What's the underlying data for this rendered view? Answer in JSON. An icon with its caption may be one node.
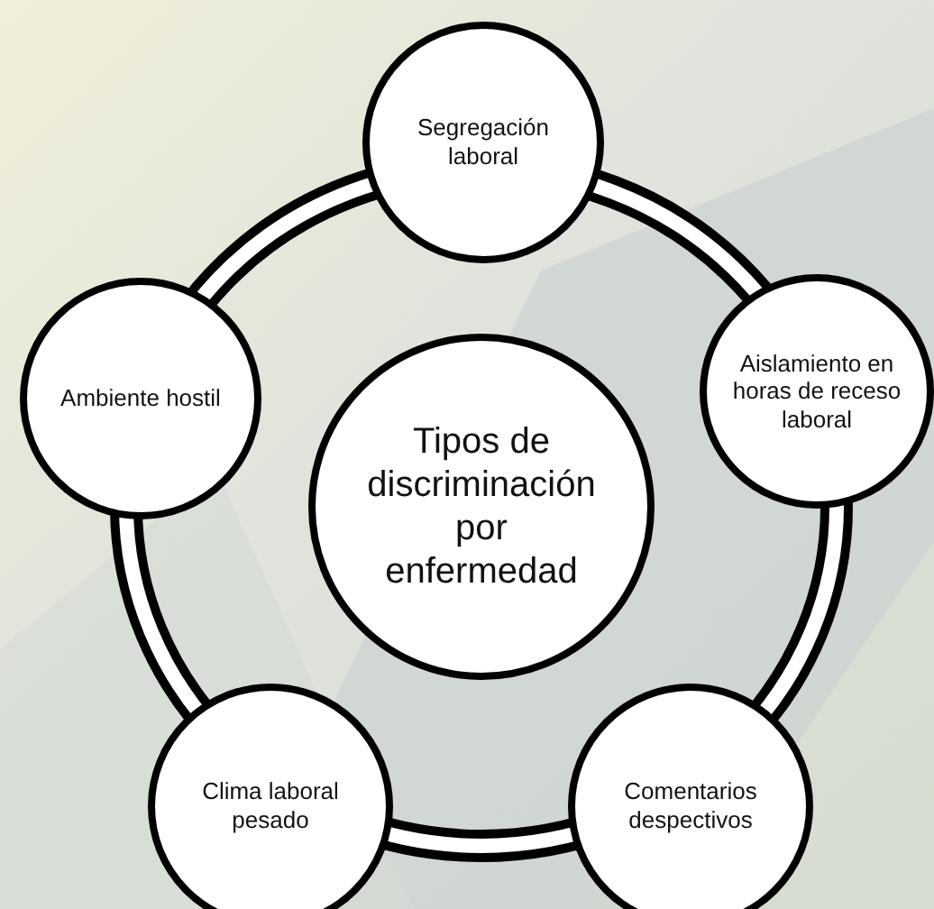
{
  "diagram": {
    "nodes": [
      {
        "text": [
          "Tipos de discriminación por enfermedad"
        ]
      },
      {
        "text": [
          "Segregación laboral"
        ]
      },
      {
        "text": [
          "Aislamiento en horas de receso laboral"
        ]
      },
      {
        "text": [
          "Comentarios despectivos"
        ]
      },
      {
        "text": [
          "Clima laboral pesado"
        ]
      },
      {
        "text": [
          "Ambiente hostil"
        ]
      }
    ]
  }
}
